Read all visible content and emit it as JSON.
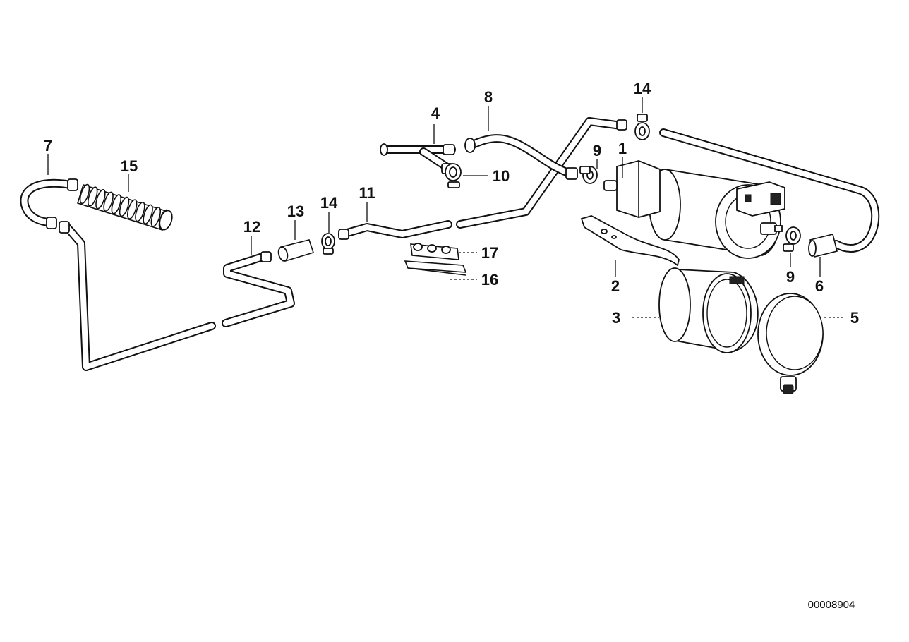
{
  "diagram": {
    "code": "00008904",
    "labels": {
      "l1": "1",
      "l2": "2",
      "l3": "3",
      "l4": "4",
      "l5": "5",
      "l6": "6",
      "l7": "7",
      "l8": "8",
      "l9a": "9",
      "l9b": "9",
      "l10": "10",
      "l11": "11",
      "l12": "12",
      "l13": "13",
      "l14a": "14",
      "l14b": "14",
      "l15": "15",
      "l16": "16",
      "l17": "17"
    }
  }
}
